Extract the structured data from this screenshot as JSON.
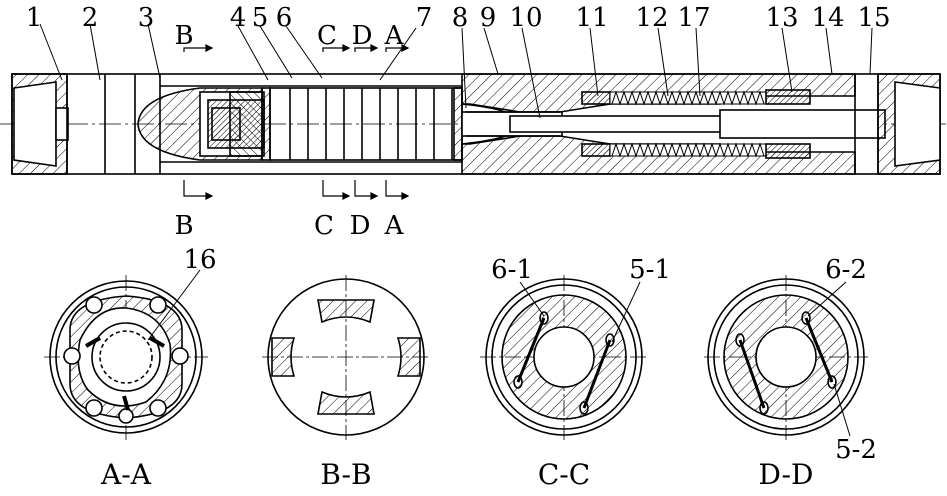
{
  "part_labels": [
    "1",
    "2",
    "3",
    "4",
    "5",
    "6",
    "7",
    "8",
    "9",
    "10",
    "11",
    "12",
    "17",
    "13",
    "14",
    "15"
  ],
  "cut_marks": {
    "B": "B",
    "C": "C",
    "D": "D",
    "A": "A"
  },
  "detail_labels": {
    "sixteen": "16",
    "six_one": "6-1",
    "five_one": "5-1",
    "six_two": "6-2",
    "five_two": "5-2"
  },
  "section_titles": [
    "A-A",
    "B-B",
    "C-C",
    "D-D"
  ],
  "colors": {
    "ink": "#000000",
    "paper": "#ffffff"
  }
}
